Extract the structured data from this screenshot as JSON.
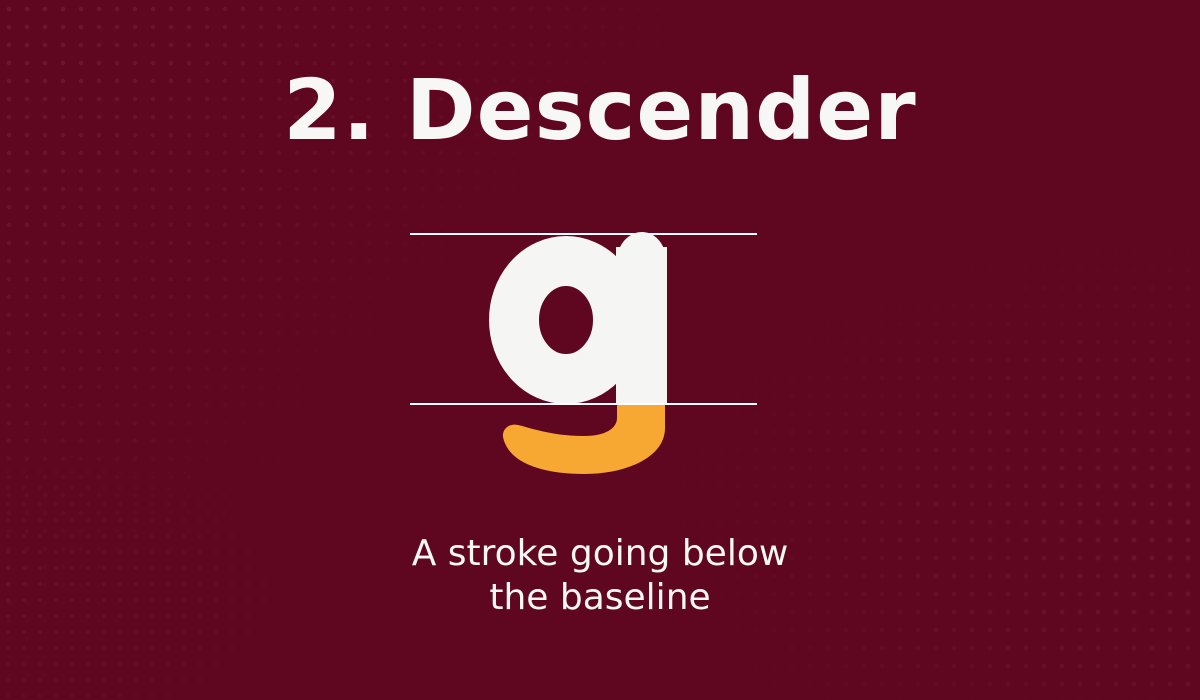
{
  "title": "2. Descender",
  "caption": {
    "line1": "A stroke going below",
    "line2": "the baseline"
  },
  "colors": {
    "background": "#5f0620",
    "text": "#f7f7f5",
    "glyph": "#f5f6f4",
    "descender_highlight": "#f7a833",
    "guide_line": "#ffffff"
  }
}
